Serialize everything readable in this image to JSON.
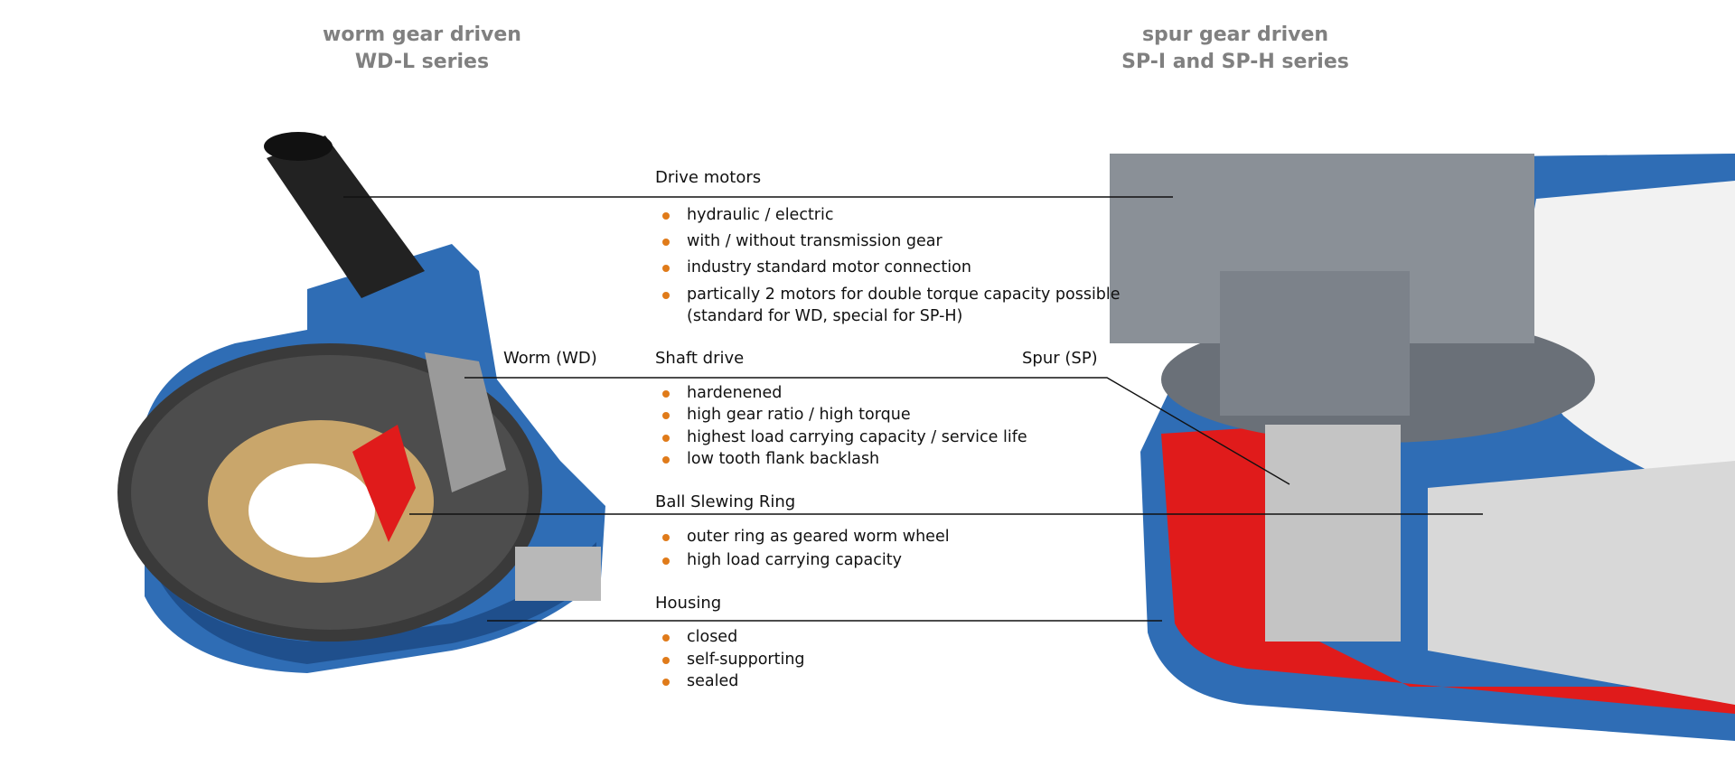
{
  "titles": {
    "left": {
      "line1": "worm gear driven",
      "line2": "WD-L series"
    },
    "right": {
      "line1": "spur gear driven",
      "line2": "SP-I and SP-H series"
    }
  },
  "callouts": {
    "worm": "Worm (WD)",
    "spur": "Spur (SP)"
  },
  "sections": [
    {
      "heading": "Drive motors",
      "bullets": [
        "hydraulic / electric",
        "with / without transmission gear",
        "industry standard motor connection",
        "partically 2 motors for double torque capacity possible",
        "(standard for WD, special for SP-H)"
      ]
    },
    {
      "heading": "Shaft drive",
      "bullets": [
        "hardenened",
        "high gear ratio / high torque",
        "highest load carrying capacity / service life",
        "low tooth flank backlash"
      ]
    },
    {
      "heading": "Ball Slewing Ring",
      "bullets": [
        "outer ring as geared worm wheel",
        "high load carrying capacity"
      ]
    },
    {
      "heading": "Housing",
      "bullets": [
        "closed",
        "self-supporting",
        "sealed"
      ]
    }
  ],
  "colors": {
    "bullet": "#e07b1a",
    "title": "#808080",
    "housing_blue": "#2f6db5",
    "cut_red": "#e01b1b",
    "motor_gray": "#8a9097"
  }
}
